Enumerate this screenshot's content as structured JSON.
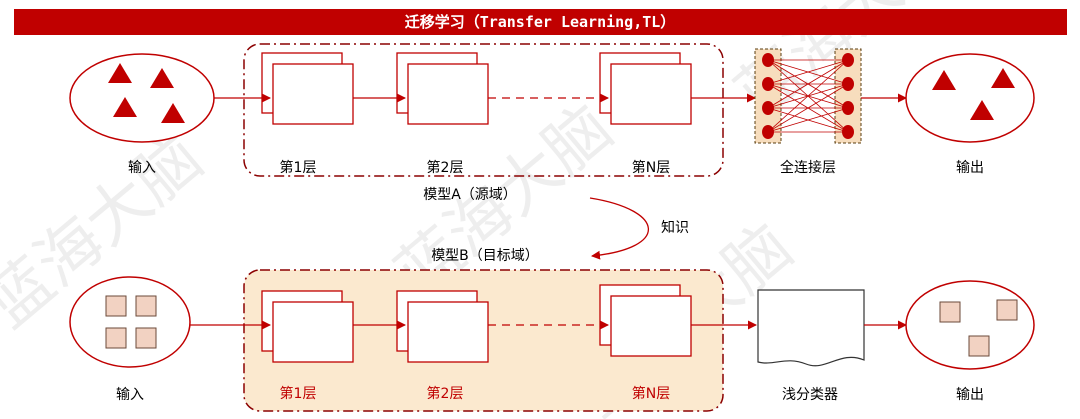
{
  "title": "迁移学习（Transfer Learning,TL）",
  "colors": {
    "accent": "#c00000",
    "modelB_fill": "#fbe9cf",
    "square_fill": "#f2d2c2",
    "fc_fill": "#f7ddbd"
  },
  "model_a": {
    "caption": "模型A（源域）",
    "input_label": "输入",
    "layers": [
      "第1层",
      "第2层",
      "第N层"
    ],
    "fc_label": "全连接层",
    "output_label": "输出"
  },
  "transfer": {
    "label": "知识"
  },
  "model_b": {
    "caption": "模型B（目标域）",
    "input_label": "输入",
    "layers": [
      "第1层",
      "第2层",
      "第N层"
    ],
    "classifier_label": "浅分类器",
    "output_label": "输出"
  },
  "watermark": "蓝海大脑"
}
